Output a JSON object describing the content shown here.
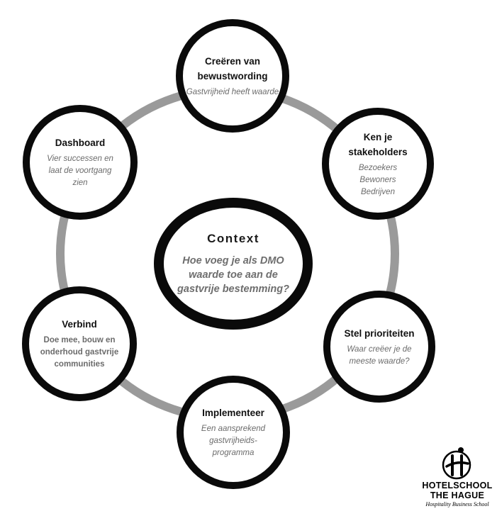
{
  "center": {
    "title": "Context",
    "question": "Hoe voeg je als DMO waarde toe aan de gastvrije bestemming?"
  },
  "nodes": {
    "bewustwording": {
      "title": "Creëren van bewustwording",
      "desc": "Gastvrijheid heeft waarde"
    },
    "stakeholders": {
      "title": "Ken je stakeholders",
      "items": [
        "Bezoekers",
        "Bewoners",
        "Bedrijven"
      ]
    },
    "prioriteiten": {
      "title": "Stel prioriteiten",
      "desc": "Waar creëer je de meeste waarde?"
    },
    "implementeer": {
      "title": "Implementeer",
      "desc": "Een aansprekend gastvrijheids-programma"
    },
    "verbind": {
      "title": "Verbind",
      "desc": "Doe mee, bouw en onderhoud gastvrije communities"
    },
    "dashboard": {
      "title": "Dashboard",
      "desc": "Vier successen en laat de voortgang zien"
    }
  },
  "logo": {
    "line1": "HOTELSCHOOL",
    "line2": "THE HAGUE",
    "tagline": "Hospitality Business School"
  },
  "colors": {
    "ring": "#9a9a9a",
    "circle_border": "#0a0a0a",
    "description_text": "#6b6b6b"
  }
}
